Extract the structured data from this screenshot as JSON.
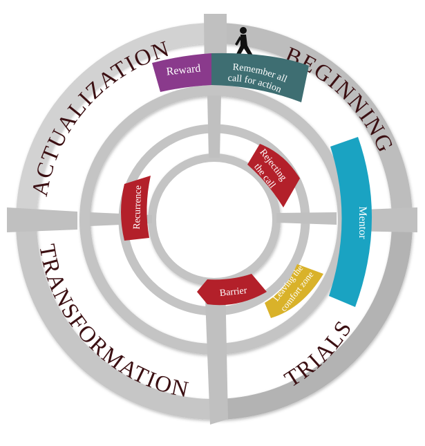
{
  "quadrants": {
    "actualization": "ACTUALIZATION",
    "beginning": "BEGINNING",
    "transformation": "TRANSFORMATION",
    "trials": "TRIALS"
  },
  "stages": {
    "reward": "Reward",
    "remember_line1": "Remember all",
    "remember_line2": "call for action",
    "mentor": "Mentor",
    "rejecting_line1": "Rejecting",
    "rejecting_line2": "the call",
    "recurrence": "Recurrence",
    "barrier": "Barrier",
    "leaving_line1": "Leaving the",
    "leaving_line2": "comfort zone"
  },
  "colors": {
    "ring": "#c4c4c4",
    "ring_dark": "#b0b0b0",
    "text_dark": "#3b0f12",
    "reward": "#8a3a8c",
    "remember": "#3e6e72",
    "mentor": "#1aa3c2",
    "red": "#b3202a",
    "leaving": "#d9b22a"
  }
}
